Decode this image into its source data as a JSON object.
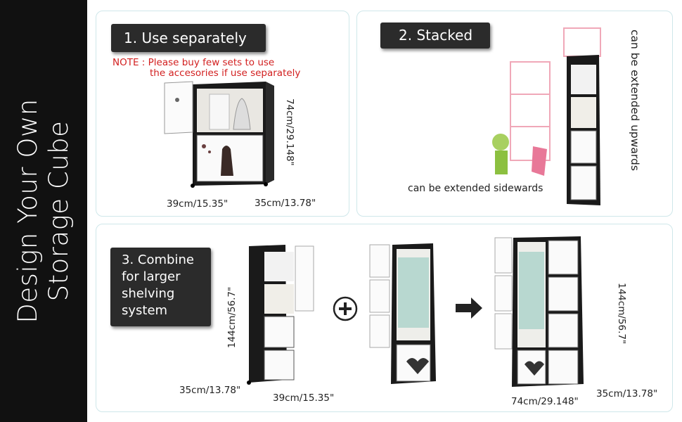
{
  "sidebar": {
    "title_line1": "Design Your Own",
    "title_line2": "Storage Cube"
  },
  "panel1": {
    "label": "1. Use separately",
    "note_line1": "NOTE : Please buy few sets to use",
    "note_line2": "the accesories if use separately",
    "dim_height": "74cm/29.148\"",
    "dim_width": "39cm/15.35\"",
    "dim_depth": "35cm/13.78\""
  },
  "panel2": {
    "label": "2. Stacked",
    "caption_up": "can be extended upwards",
    "caption_side": "can be extended sidewards"
  },
  "panel3": {
    "label_line1": "3. Combine",
    "label_line2": "for larger",
    "label_line3": "shelving",
    "label_line4": "system",
    "dim1_height": "144cm/56.7\"",
    "dim1_depth": "35cm/13.78\"",
    "dim1_width": "39cm/15.35\"",
    "dim2_height": "144cm/56.7\"",
    "dim2_width": "74cm/29.148\"",
    "dim2_depth": "35cm/13.78\""
  },
  "icons": {
    "plus": "plus-circle-icon",
    "arrow": "arrow-right-icon"
  },
  "colors": {
    "sidebar": "#111111",
    "label_bg": "#2b2b2b",
    "note": "#d21f1f",
    "panel_border": "#cfe7ea",
    "cube_black": "#1a1a1a",
    "pink_frame": "#f0a8b8"
  }
}
